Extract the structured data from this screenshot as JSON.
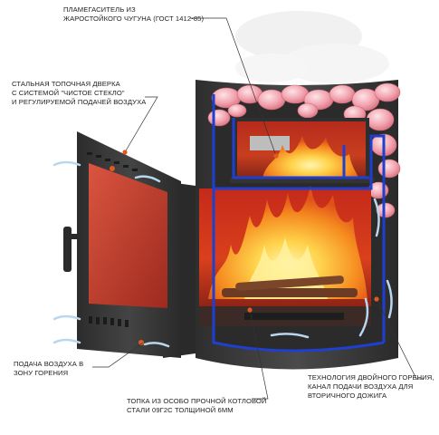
{
  "labels": {
    "heat_exchanger": "ПЛАМЕГАСИТЕЛЬ ИЗ\nЖАРОСТОЙКОГО ЧУГУНА (ГОСТ 1412-85)",
    "door": "СТАЛЬНАЯ ТОПОЧНАЯ ДВЕРКА\nС СИСТЕМОЙ \"ЧИСТОЕ СТЕКЛО\"\nИ РЕГУЛИРУЕМОЙ ПОДАЧЕЙ ВОЗДУХА",
    "air_supply": "ПОДАЧА ВОЗДУХА В\nЗОНУ ГОРЕНИЯ",
    "firebox": "ТОПКА ИЗ ОСОБО ПРОЧНОЙ КОТЛОВОЙ\nСТАЛИ 09Г2С ТОЛЩИНОЙ 6мм",
    "technology": "ТЕХНОЛОГИЯ ДВОЙНОГО ГОРЕНИЯ,\nКАНАЛ ПОДАЧИ ВОЗДУХА ДЛЯ\nВТОРИЧНОГО ДОЖИГА"
  },
  "colors": {
    "steel": "#3a3a3a",
    "glass": "#c63a2a",
    "fire_inner": "#ffd24a",
    "fire_outer": "#f07a18",
    "stones": "#f2a2ae",
    "channel": "#1f3fcf",
    "air_arrow": "#b8d6ee"
  }
}
